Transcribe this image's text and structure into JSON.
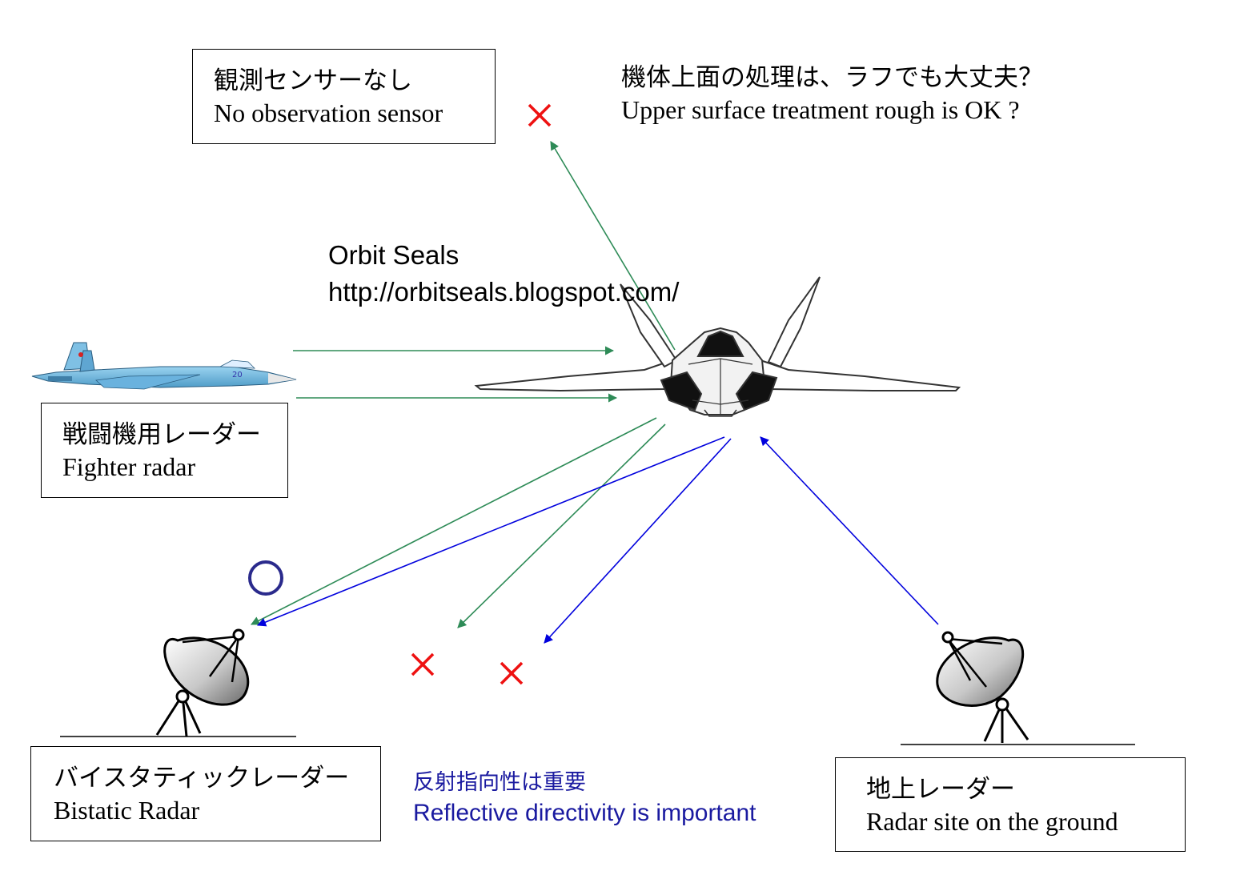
{
  "labels": {
    "no_sensor": {
      "jp": "観測センサーなし",
      "en": "No observation sensor"
    },
    "upper_surface": {
      "jp": "機体上面の処理は、ラフでも大丈夫？",
      "en": "Upper surface treatment rough is OK ?"
    },
    "credit": {
      "name": "Orbit Seals",
      "url": "http://orbitseals.blogspot.com/"
    },
    "fighter_radar": {
      "jp": "戦闘機用レーダー",
      "en": "Fighter radar"
    },
    "bistatic": {
      "jp": "バイスタティックレーダー",
      "en": "Bistatic Radar"
    },
    "reflective": {
      "jp": "反射指向性は重要",
      "en": "Reflective directivity is important"
    },
    "ground_radar": {
      "jp": "地上レーダー",
      "en": "Radar site on the ground"
    }
  },
  "colors": {
    "green_arrow": "#2e8b57",
    "blue_arrow": "#0000dd",
    "cross": "#ee1111",
    "circle": "#2a2a8c",
    "reflective_text": "#1a1aa0"
  },
  "icons": {
    "stealth_fighter": "f22-front-icon",
    "flanker": "su33-side-icon",
    "dish_left": "radar-dish-icon",
    "dish_right": "radar-dish-icon"
  }
}
